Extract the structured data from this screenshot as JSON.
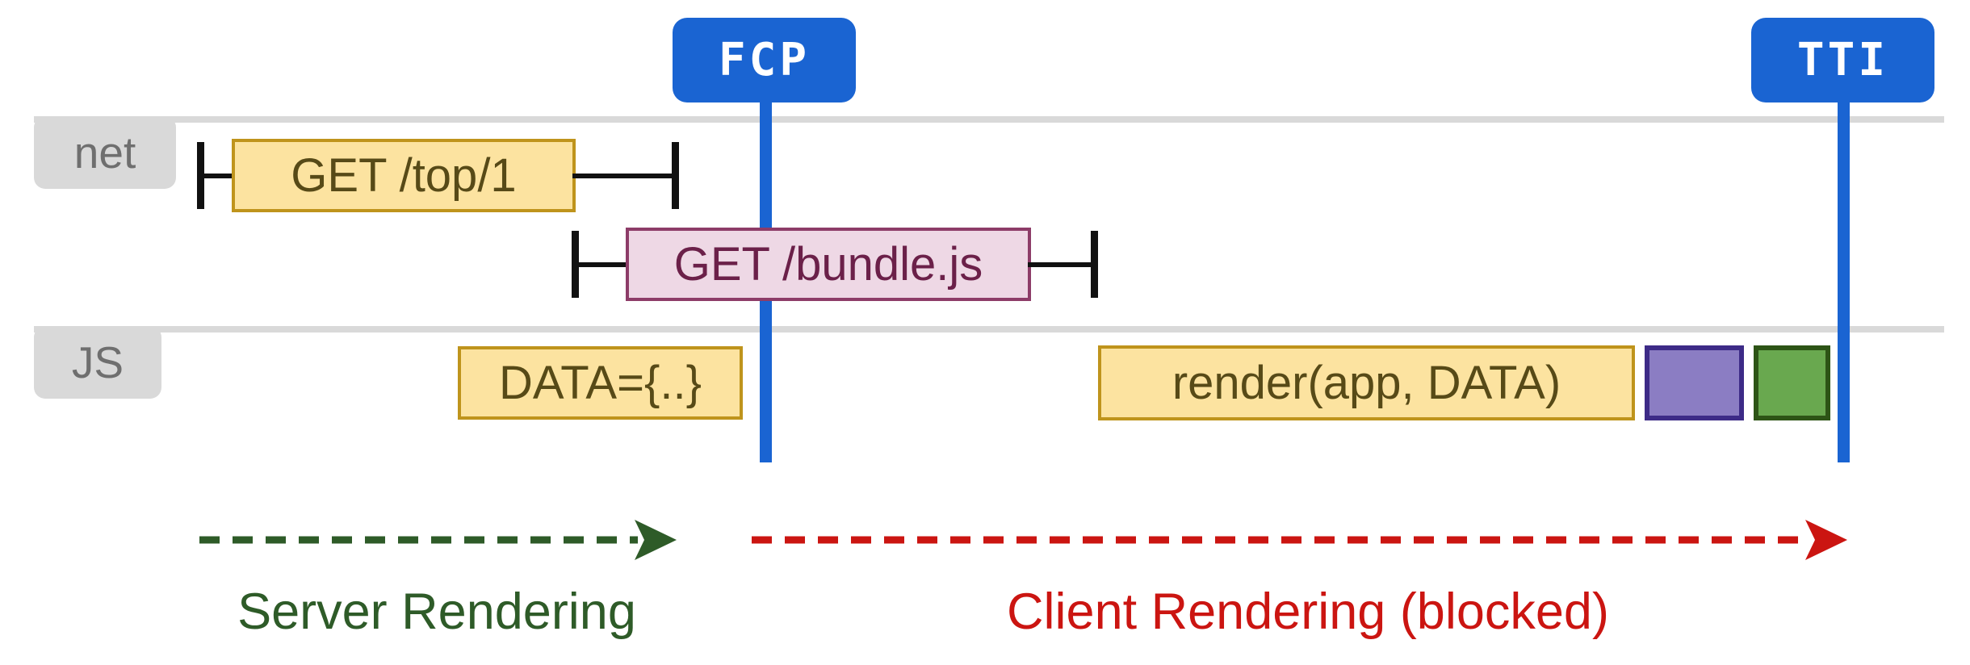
{
  "colors": {
    "marker-blue": "#1a64d2",
    "track-gray": "#d9d9d9",
    "track-text": "#6f6f6f",
    "tick-black": "#111111",
    "yellow-fill": "#fce3a0",
    "yellow-border": "#bf941c",
    "yellow-text": "#574a17",
    "pink-fill": "#eed8e5",
    "pink-border": "#8d3c68",
    "pink-text": "#6b2049",
    "purple-fill": "#8b7dc3",
    "purple-border": "#3d2b87",
    "green-fill": "#69a84f",
    "green-border": "#2d5416",
    "server-green": "#2e5b28",
    "client-red": "#cb1511"
  },
  "markers": {
    "fcp": "FCP",
    "tti": "TTI"
  },
  "tracks": {
    "net": "net",
    "js": "JS"
  },
  "net_row": {
    "request1": "GET /top/1",
    "request2": "GET /bundle.js"
  },
  "js_row": {
    "task1": "DATA={..}",
    "task2": "render(app, DATA)"
  },
  "phases": {
    "server": "Server Rendering",
    "client": "Client Rendering (blocked)"
  }
}
